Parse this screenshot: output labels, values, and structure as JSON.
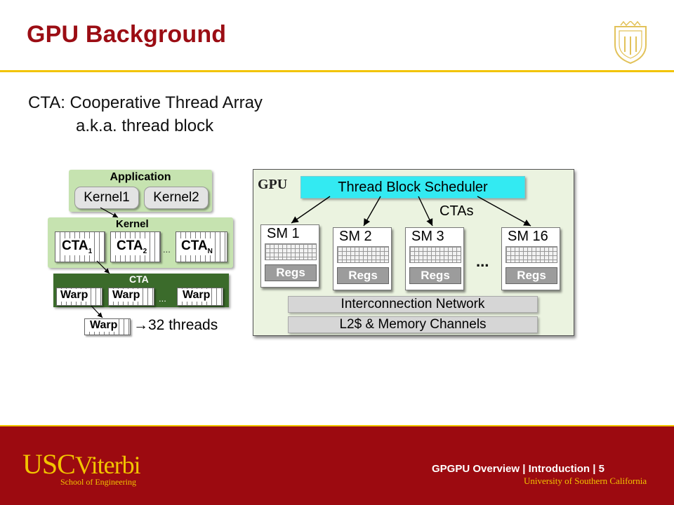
{
  "slide": {
    "title": "GPU Background",
    "line1": "CTA:  Cooperative Thread Array",
    "line2": "a.k.a. thread block"
  },
  "hierarchy": {
    "application": "Application",
    "kernel1": "Kernel1",
    "kernel2": "Kernel2",
    "kernel": "Kernel",
    "cta1": "CTA",
    "cta1_sub": "1",
    "cta2": "CTA",
    "cta2_sub": "2",
    "ctan": "CTA",
    "ctan_sub": "N",
    "ellipsis": "...",
    "cta_header": "CTA",
    "warp": "Warp",
    "threads": "32 threads"
  },
  "gpu": {
    "label": "GPU",
    "scheduler": "Thread Block Scheduler",
    "ctas_label": "CTAs",
    "sms": [
      {
        "name": "SM 1",
        "regs": "Regs"
      },
      {
        "name": "SM 2",
        "regs": "Regs"
      },
      {
        "name": "SM 3",
        "regs": "Regs"
      },
      {
        "name": "SM 16",
        "regs": "Regs"
      }
    ],
    "dots": "...",
    "interconnect": "Interconnection Network",
    "memory": "L2$ & Memory Channels"
  },
  "footer": {
    "logo_usc": "USC",
    "logo_viterbi": "Viterbi",
    "school": "School of Engineering",
    "page_info": "GPGPU Overview | Introduction |  5",
    "university": "University of Southern California"
  },
  "colors": {
    "title": "#9b0d14",
    "accent_gold": "#f2c400",
    "footer_bg": "#9c0a10",
    "scheduler": "#33eaf2"
  }
}
